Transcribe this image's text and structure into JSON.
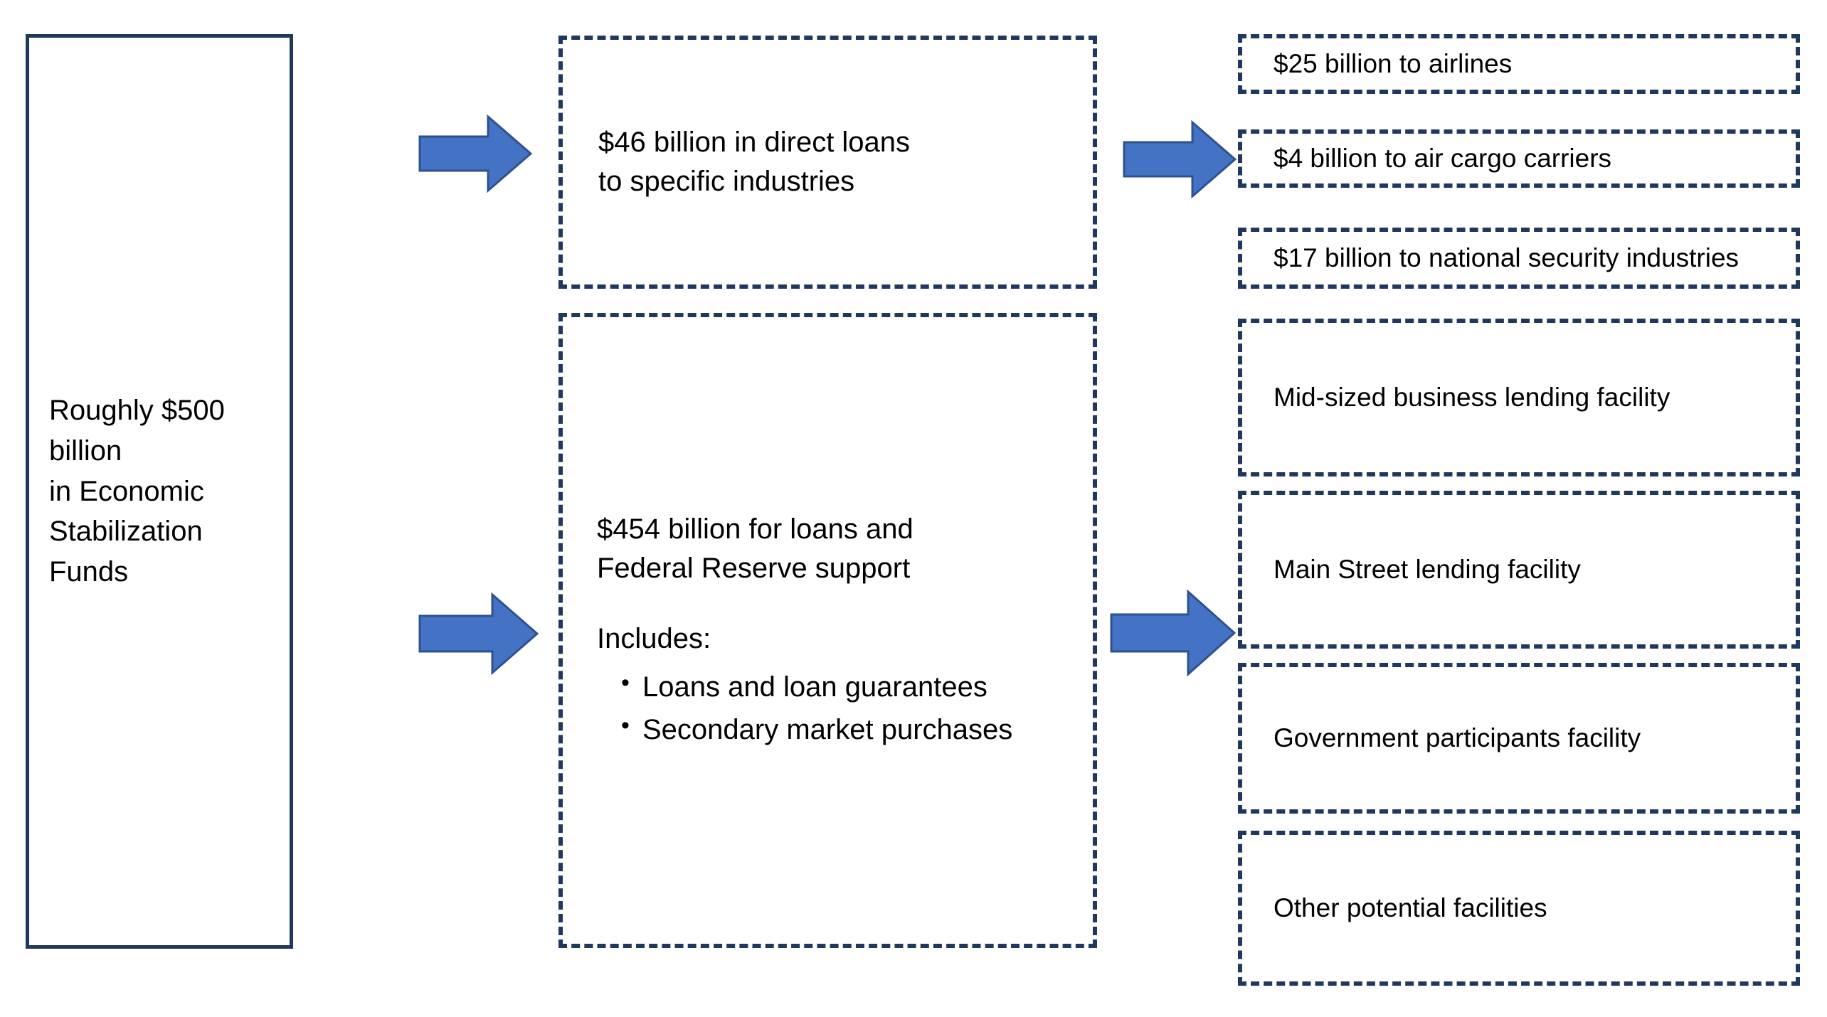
{
  "diagram": {
    "title": "CARES Act Economic Stabilization Funds allocation flowchart",
    "colors": {
      "box_outline": "#20375E",
      "arrow_fill": "#4472C4",
      "arrow_outline": "#2E528F",
      "text": "#000000",
      "background": "#FFFFFF"
    },
    "source": {
      "label": "Roughly $500 billion\nin Economic\nStabilization Funds"
    },
    "branches": [
      {
        "key": "direct_loans",
        "label": "$46 billion in direct loans\nto specific industries"
      },
      {
        "key": "fed_support",
        "lead": "$454 billion for loans and\nFederal Reserve support",
        "includes_label": "Includes:",
        "bullets": [
          "Loans and loan guarantees",
          "Secondary market purchases"
        ]
      }
    ],
    "direct_loan_outcomes": [
      {
        "label": "$25 billion to airlines"
      },
      {
        "label": "$4 billion to air cargo carriers"
      },
      {
        "label": "$17 billion to national security industries"
      }
    ],
    "fed_support_outcomes": [
      {
        "label": "Mid-sized business lending facility"
      },
      {
        "label": "Main Street lending facility"
      },
      {
        "label": "Government participants facility"
      },
      {
        "label": "Other potential facilities"
      }
    ],
    "arrows": [
      {
        "key": "source_to_direct",
        "icon": "right-arrow-icon"
      },
      {
        "key": "source_to_fed",
        "icon": "right-arrow-icon"
      },
      {
        "key": "direct_to_list",
        "icon": "right-arrow-icon"
      },
      {
        "key": "fed_to_list",
        "icon": "right-arrow-icon"
      }
    ]
  }
}
